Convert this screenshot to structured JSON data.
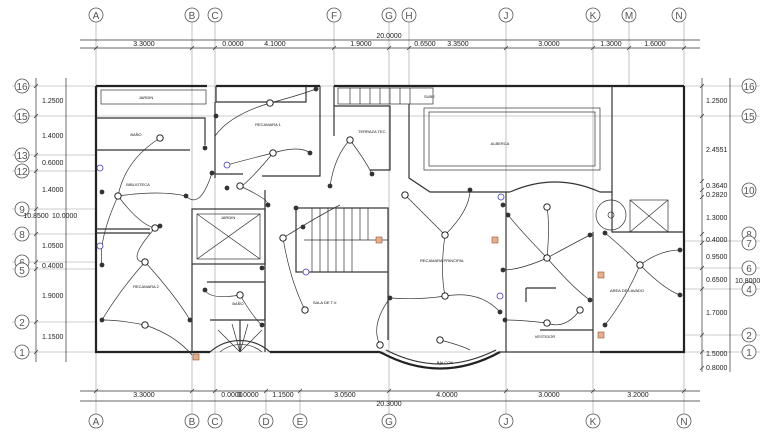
{
  "grid_columns": [
    "A",
    "B",
    "C",
    "D",
    "E",
    "F",
    "G",
    "H",
    "J",
    "K",
    "M",
    "N"
  ],
  "grid_rows": [
    "1",
    "2",
    "4",
    "5",
    "6",
    "7",
    "8",
    "9",
    "10",
    "12",
    "13",
    "15",
    "16"
  ],
  "top_dims": [
    "3.3000",
    "0.0000",
    "4.1000",
    "1.9000",
    "0.6500",
    "3.3500",
    "3.0000",
    "1.3000",
    "1.6000"
  ],
  "top_total": "20.0000",
  "bottom_dims": [
    "3.3000",
    "0.0000",
    "0.0000",
    "1.1500",
    "3.0500",
    "4.0000",
    "3.0000",
    "3.2000"
  ],
  "bottom_total": "20.3000",
  "left_dims": [
    "1.2500",
    "1.4000",
    "0.6000",
    "1.4000",
    "10.0000",
    "1.0500",
    "0.4000",
    "1.9000",
    "1.1500"
  ],
  "left_total": "10.8500",
  "right_dims": [
    "1.2500",
    "2.4551",
    "0.3640",
    "0.2820",
    "1.3000",
    "0.4000",
    "0.9500",
    "0.6500",
    "1.7000",
    "1.5000",
    "0.8000"
  ],
  "right_total": "10.8000",
  "rooms": {
    "jardin_top": "JARDIN",
    "recamara_1": "RECAMARA 1",
    "bano_1": "BAÑO",
    "terraza": "TERRAZA TEC.",
    "alberca": "ALBERCA",
    "biblioteca": "BIBLIOTECA",
    "jardin_mid": "JARDIN",
    "recamara_principal": "RECAMARA PRINCIPAL",
    "recamara_2": "RECAMARA 2",
    "bano_2": "BAÑO",
    "sala_tv": "SALA DE T.V.",
    "area_lavado": "AREA DE LAVADO",
    "vestidor": "VESTIDOR",
    "balcon": "BALCON",
    "stair_label": "SUBE"
  },
  "colors": {
    "wall": "#222222",
    "dimension": "#333333",
    "outlet": "#a0522d",
    "blue_symbol": "#3a3ab0"
  }
}
